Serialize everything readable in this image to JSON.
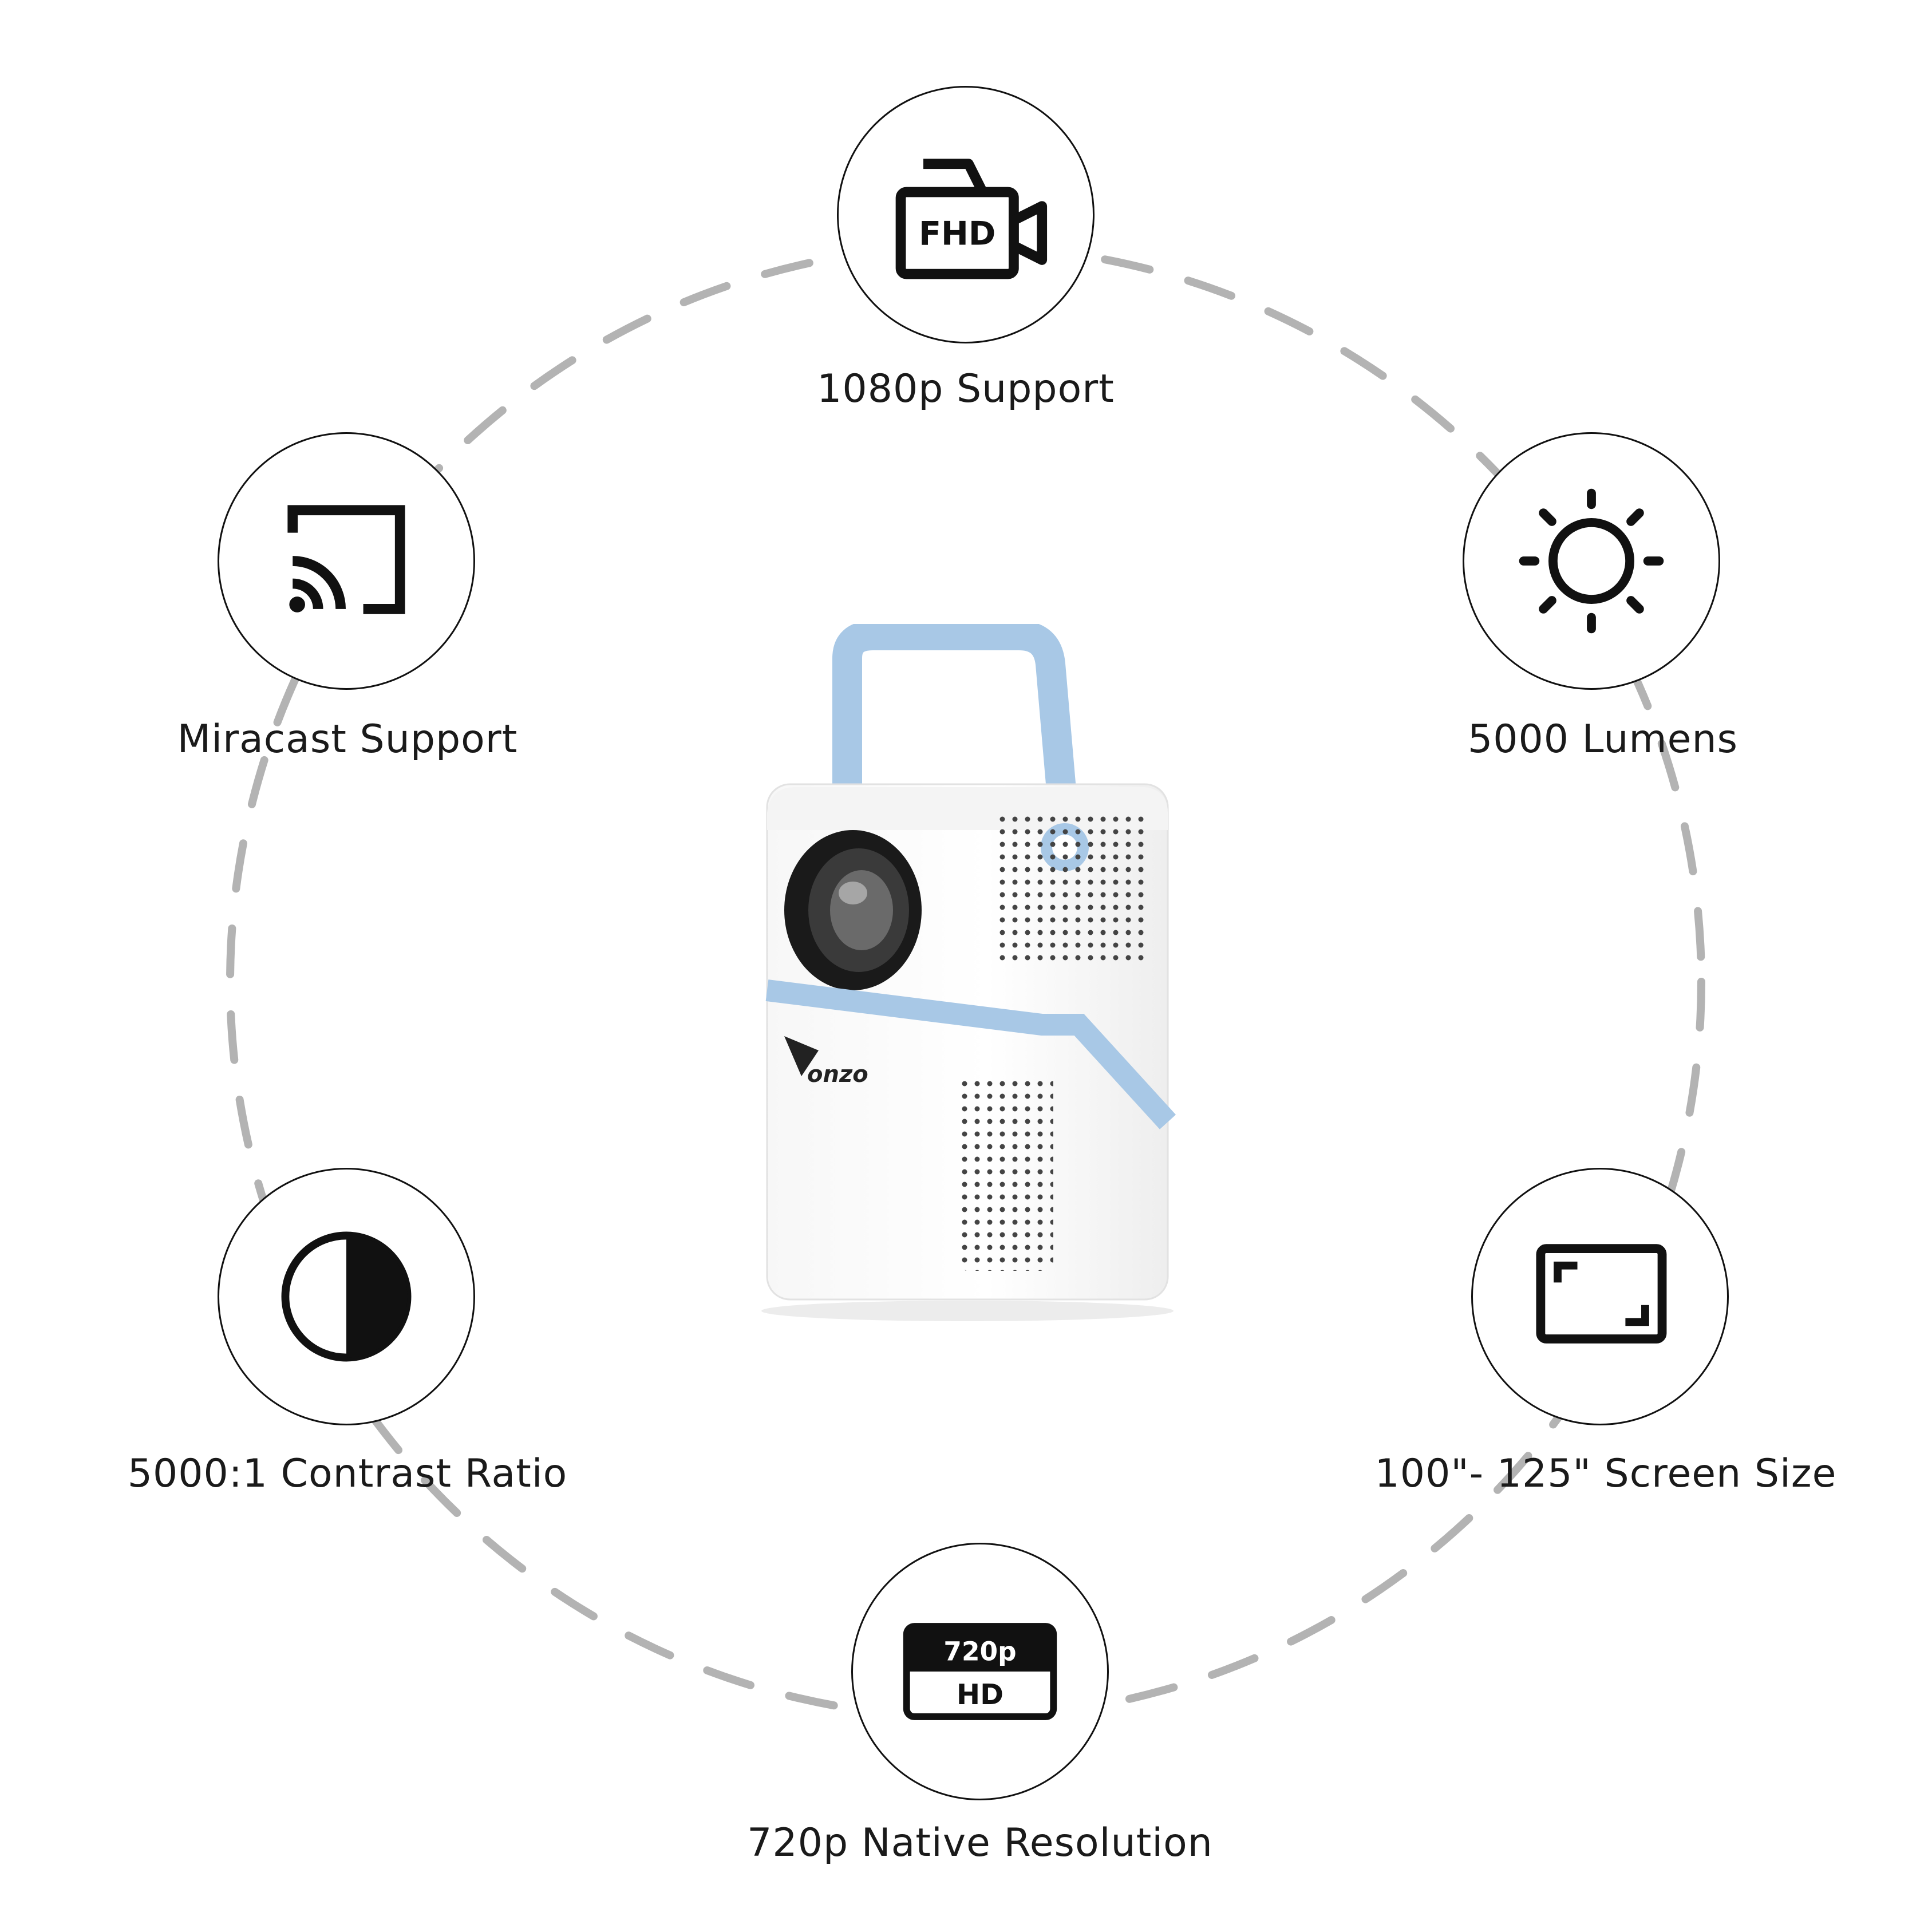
{
  "features": [
    {
      "id": "1080p",
      "icon": "fhd-camera-icon",
      "label": "1080p Support",
      "icon_text": "FHD"
    },
    {
      "id": "miracast",
      "icon": "cast-icon",
      "label": "Miracast Support"
    },
    {
      "id": "lumens",
      "icon": "sun-brightness-icon",
      "label": "5000 Lumens"
    },
    {
      "id": "contrast",
      "icon": "contrast-icon",
      "label": "5000:1 Contrast Ratio"
    },
    {
      "id": "screen",
      "icon": "screen-size-icon",
      "label": "100\"- 125\" Screen Size"
    },
    {
      "id": "720p",
      "icon": "720p-hd-icon",
      "label": "720p Native Resolution",
      "icon_text_top": "720p",
      "icon_text_bottom": "HD"
    }
  ],
  "product": {
    "name": "projector",
    "brand": "onzo"
  },
  "colors": {
    "accent": "#a8c8e6",
    "ring": "#b3b3b3",
    "ink": "#111111"
  }
}
